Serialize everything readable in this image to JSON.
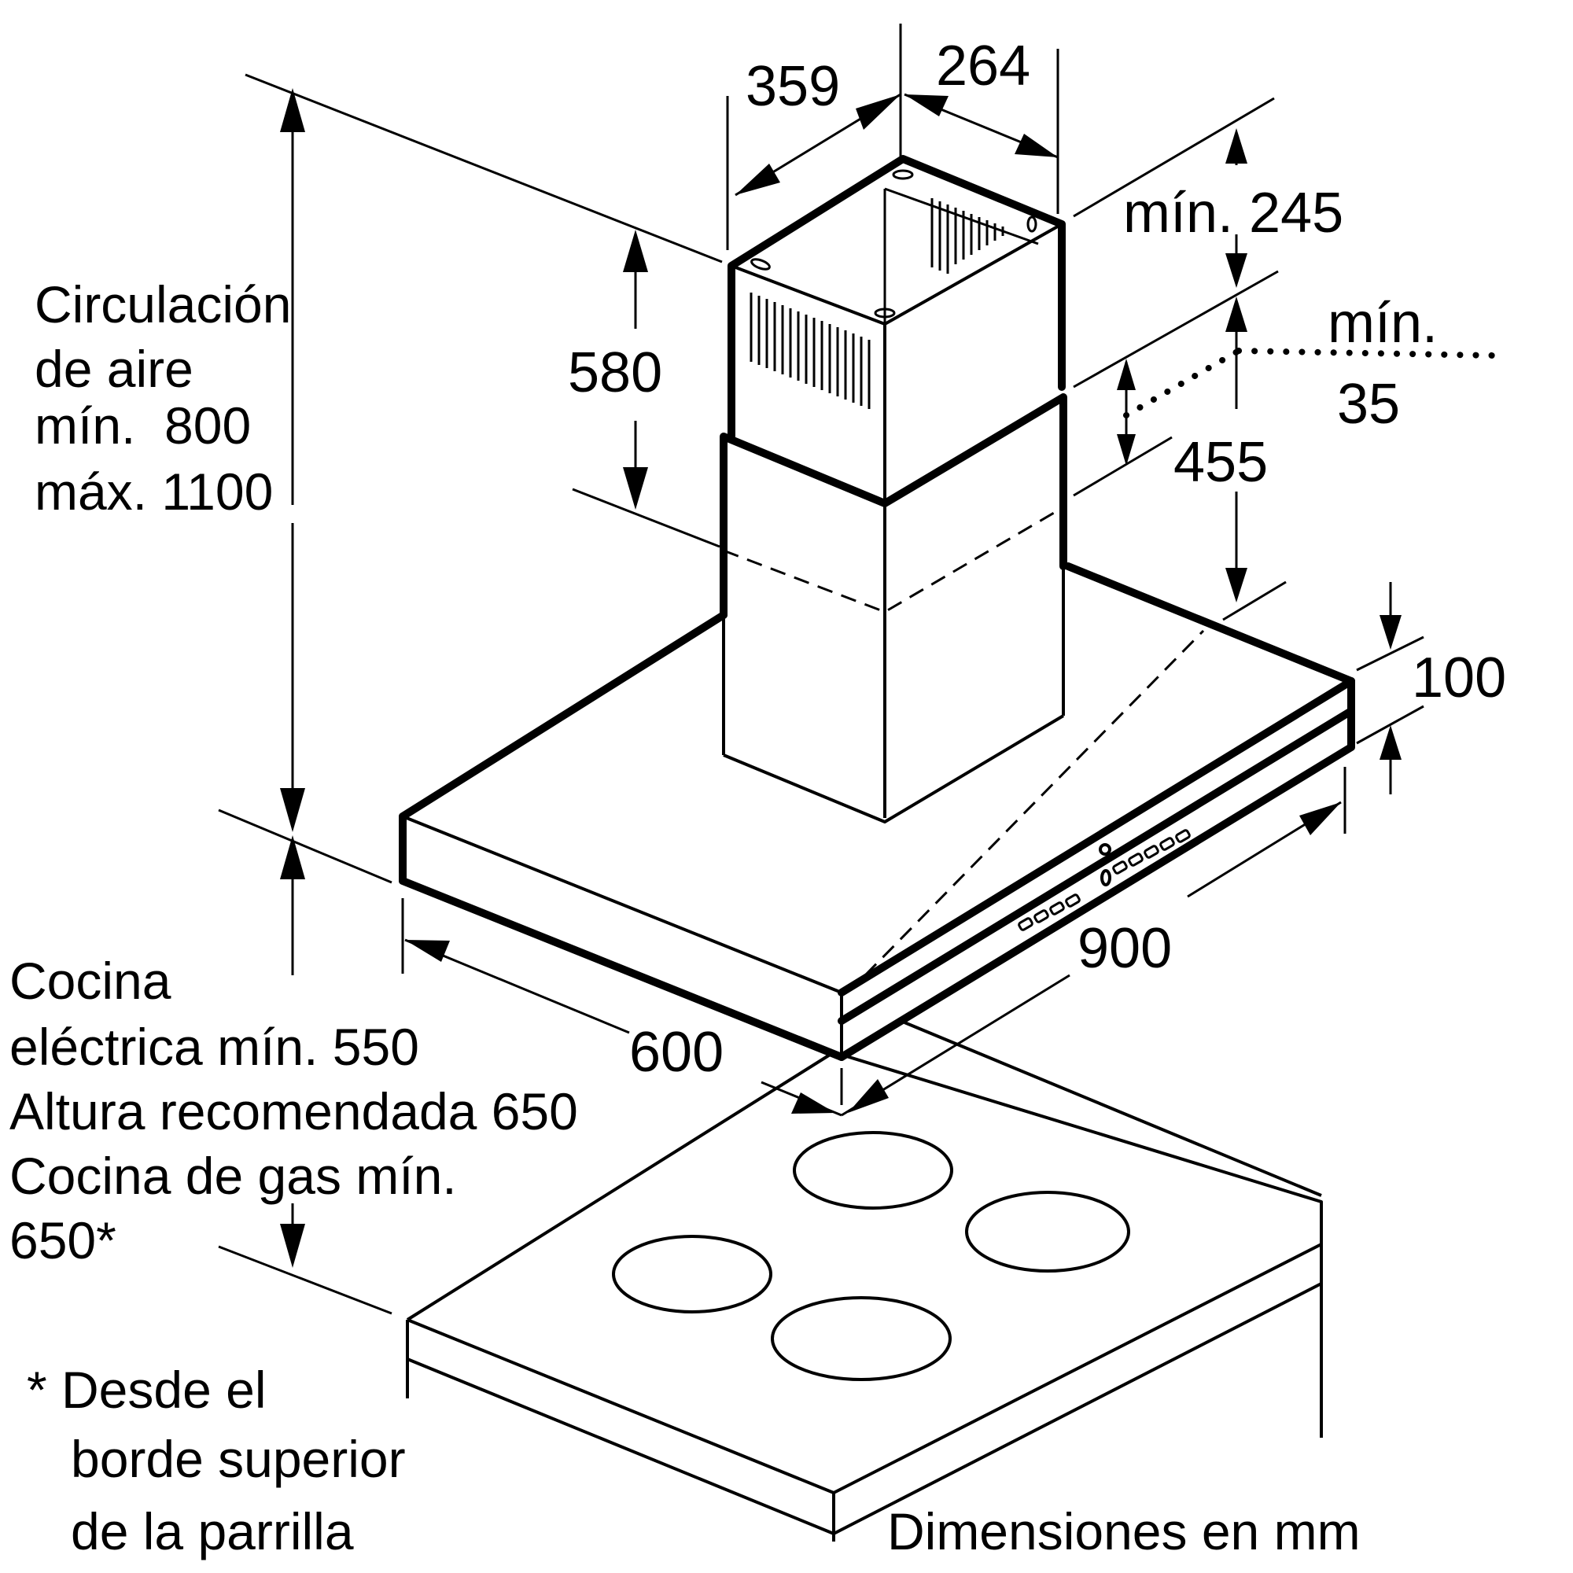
{
  "dimensions": {
    "duct_depth": "359",
    "duct_width": "264",
    "duct_height": "580",
    "top_gap_min": "mín. 245",
    "overlap_min_label": "mín.",
    "overlap_min_value": "35",
    "lower_duct_height": "455",
    "canopy_thickness": "100",
    "canopy_width": "900",
    "canopy_depth": "600"
  },
  "notes": {
    "air_circulation": [
      "Circulación",
      "de aire",
      "mín.  800",
      "máx. 1100"
    ],
    "hob_clearance": [
      "Cocina",
      "eléctrica mín. 550",
      "Altura recomendada 650",
      "Cocina de gas mín.",
      "650*"
    ],
    "footnote": [
      "* Desde el",
      "borde superior",
      "de la parrilla"
    ],
    "units": "Dimensiones en mm"
  },
  "colors": {
    "line": "#000000",
    "background": "#ffffff"
  }
}
